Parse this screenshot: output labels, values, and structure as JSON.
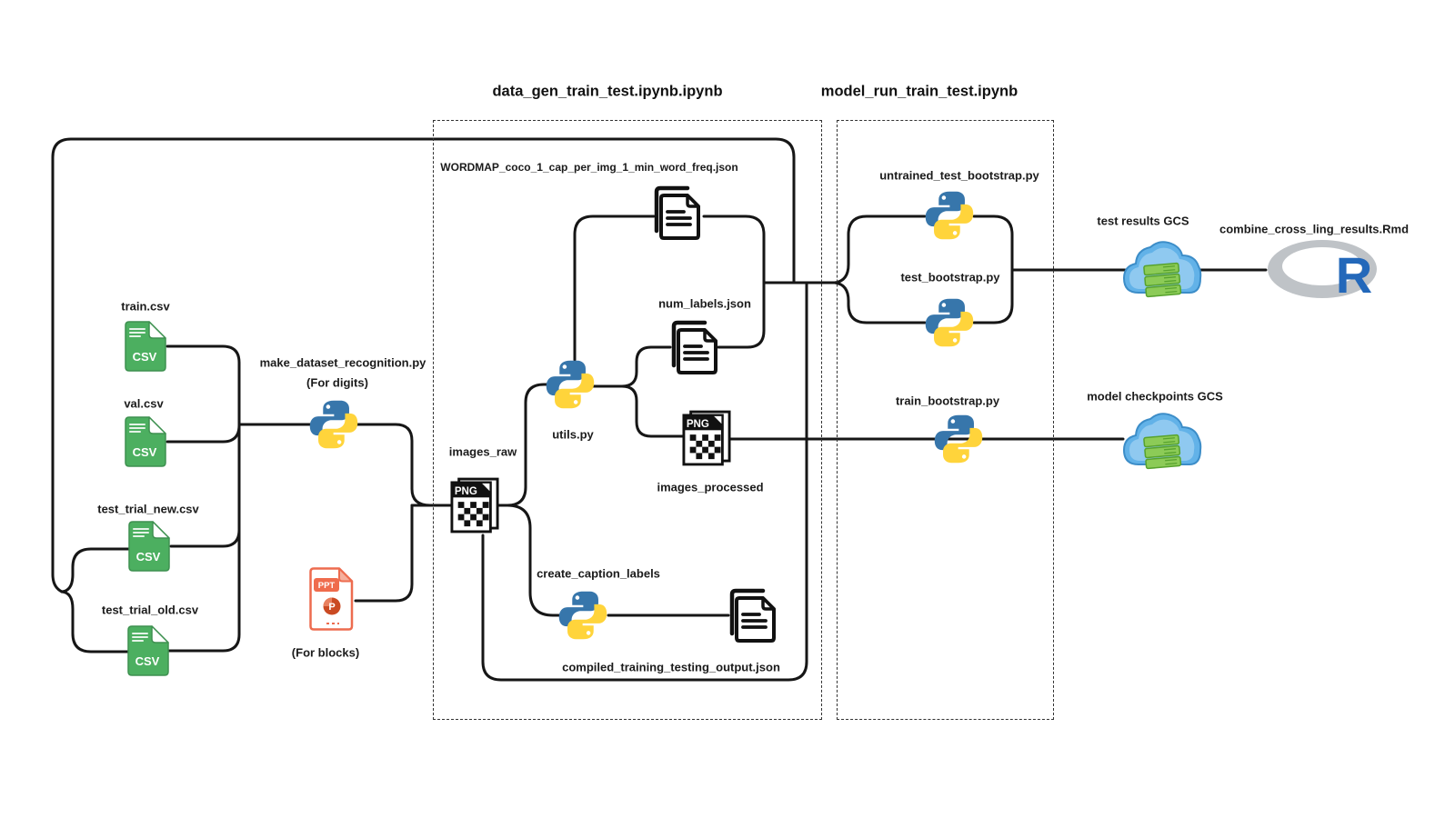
{
  "sections": {
    "data_gen": {
      "title": "data_gen_train_test.ipynb.ipynb"
    },
    "model_run": {
      "title": "model_run_train_test.ipynb"
    }
  },
  "labels": {
    "train_csv": "train.csv",
    "val_csv": "val.csv",
    "test_trial_new_csv": "test_trial_new.csv",
    "test_trial_old_csv": "test_trial_old.csv",
    "make_dataset_recognition": "make_dataset_recognition.py",
    "for_digits": "(For digits)",
    "for_blocks": "(For blocks)",
    "images_raw": "images_raw",
    "utils_py": "utils.py",
    "wordmap_json": "WORDMAP_coco_1_cap_per_img_1_min_word_freq.json",
    "num_labels_json": "num_labels.json",
    "images_processed": "images_processed",
    "create_caption_labels": "create_caption_labels",
    "compiled_output_json": "compiled_training_testing_output.json",
    "untrained_test_bootstrap": "untrained_test_bootstrap.py",
    "test_bootstrap": "test_bootstrap.py",
    "train_bootstrap": "train_bootstrap.py",
    "test_results_gcs": "test results GCS",
    "model_checkpoints_gcs": "model checkpoints GCS",
    "combine_cross_ling_results": "combine_cross_ling_results.Rmd"
  },
  "icon_text": {
    "csv": "CSV",
    "png": "PNG",
    "ppt": "PPT",
    "ppt_p": "P",
    "r_logo": "R"
  },
  "colors": {
    "wire": "#161616",
    "csv_green": "#4caf60",
    "python_blue": "#3776AB",
    "python_yellow": "#FFD43B",
    "ppt_orange": "#ED6C4F",
    "cloud_blue": "#62B2E8",
    "server_green": "#8CCB57",
    "r_blue": "#2368BA",
    "r_gray": "#BFC3C7"
  }
}
